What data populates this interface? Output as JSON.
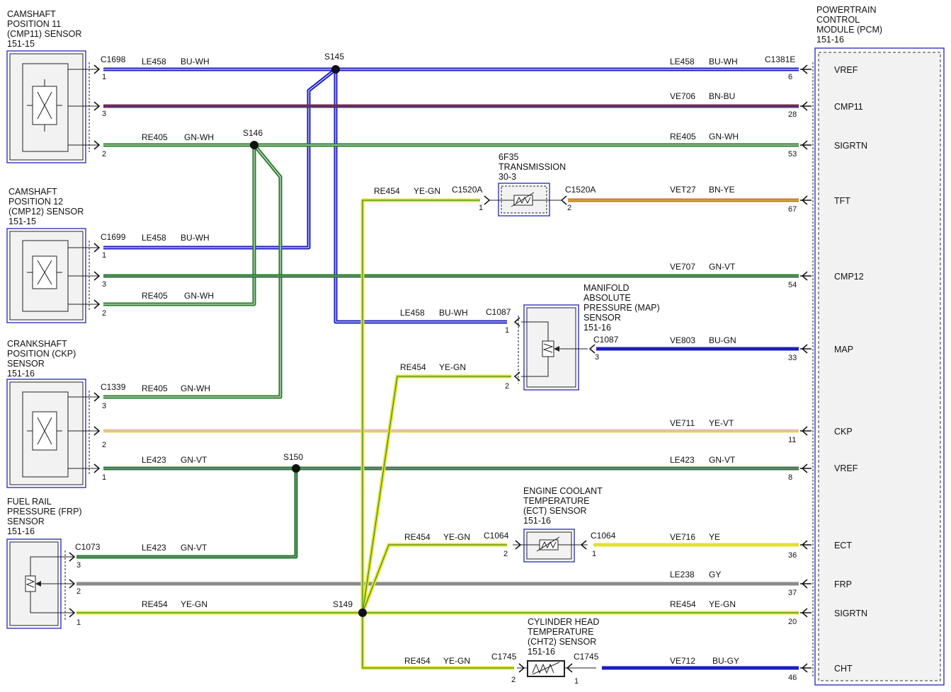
{
  "components": {
    "cmp11": {
      "title": [
        "CAMSHAFT",
        "POSITION 11",
        "(CMP11) SENSOR",
        "151-15"
      ]
    },
    "cmp12": {
      "title": [
        "CAMSHAFT",
        "POSITION 12",
        "(CMP12) SENSOR",
        "151-15"
      ]
    },
    "ckp": {
      "title": [
        "CRANKSHAFT",
        "POSITION (CKP)",
        "SENSOR",
        "151-16"
      ]
    },
    "frp": {
      "title": [
        "FUEL RAIL",
        "PRESSURE (FRP)",
        "SENSOR",
        "151-16"
      ]
    },
    "pcm": {
      "title": [
        "POWERTRAIN",
        "CONTROL",
        "MODULE (PCM)",
        "151-16"
      ]
    },
    "transmission": {
      "title": [
        "6F35",
        "TRANSMISSION",
        "30-3"
      ]
    },
    "map": {
      "title": [
        "MANIFOLD",
        "ABSOLUTE",
        "PRESSURE (MAP)",
        "SENSOR",
        "151-16"
      ]
    },
    "ect": {
      "title": [
        "ENGINE COOLANT",
        "TEMPERATURE",
        "(ECT) SENSOR",
        "151-16"
      ]
    },
    "cht": {
      "title": [
        "CYLINDER HEAD",
        "TEMPERATURE",
        "(CHT2) SENSOR",
        "151-16"
      ]
    }
  },
  "splices": [
    "S145",
    "S146",
    "S150",
    "S149"
  ],
  "pcm_pins": [
    {
      "signal": "VREF",
      "pin": "6"
    },
    {
      "signal": "CMP11",
      "pin": "28"
    },
    {
      "signal": "SIGRTN",
      "pin": "53"
    },
    {
      "signal": "TFT",
      "pin": "67"
    },
    {
      "signal": "CMP12",
      "pin": "54"
    },
    {
      "signal": "MAP",
      "pin": "33"
    },
    {
      "signal": "CKP",
      "pin": "11"
    },
    {
      "signal": "VREF",
      "pin": "8"
    },
    {
      "signal": "ECT",
      "pin": "36"
    },
    {
      "signal": "FRP",
      "pin": "37"
    },
    {
      "signal": "SIGRTN",
      "pin": "20"
    },
    {
      "signal": "CHT",
      "pin": "46"
    }
  ],
  "pcm_connector": "C1381E",
  "connectors": {
    "cmp11": "C1698",
    "cmp12": "C1699",
    "ckp": "C1339",
    "frp": "C1073",
    "trans_a": "C1520A",
    "trans_b": "C1520A",
    "map_in": "C1087",
    "map_out": "C1087",
    "ect_in": "C1064",
    "ect_out": "C1064",
    "cht_in": "C1745",
    "cht_out": "C1745"
  },
  "pin_numbers": [
    "1",
    "3",
    "2",
    "1",
    "3",
    "2",
    "3",
    "2",
    "1",
    "3",
    "2",
    "1",
    "1",
    "2",
    "1",
    "2",
    "3",
    "2",
    "1",
    "2",
    "1"
  ],
  "wires": [
    {
      "circuit": "LE458",
      "color": "BU-WH"
    },
    {
      "circuit": "LE458",
      "color": "BU-WH"
    },
    {
      "circuit": "VE706",
      "color": "BN-BU"
    },
    {
      "circuit": "RE405",
      "color": "GN-WH"
    },
    {
      "circuit": "RE405",
      "color": "GN-WH"
    },
    {
      "circuit": "RE454",
      "color": "YE-GN"
    },
    {
      "circuit": "VET27",
      "color": "BN-YE"
    },
    {
      "circuit": "LE458",
      "color": "BU-WH"
    },
    {
      "circuit": "RE405",
      "color": "GN-WH"
    },
    {
      "circuit": "VE707",
      "color": "GN-VT"
    },
    {
      "circuit": "LE458",
      "color": "BU-WH"
    },
    {
      "circuit": "VE803",
      "color": "BU-GN"
    },
    {
      "circuit": "RE454",
      "color": "YE-GN"
    },
    {
      "circuit": "RE405",
      "color": "GN-WH"
    },
    {
      "circuit": "VE711",
      "color": "YE-VT"
    },
    {
      "circuit": "LE423",
      "color": "GN-VT"
    },
    {
      "circuit": "LE423",
      "color": "GN-VT"
    },
    {
      "circuit": "LE423",
      "color": "GN-VT"
    },
    {
      "circuit": "RE454",
      "color": "YE-GN"
    },
    {
      "circuit": "VE716",
      "color": "YE"
    },
    {
      "circuit": "LE238",
      "color": "GY"
    },
    {
      "circuit": "RE454",
      "color": "YE-GN"
    },
    {
      "circuit": "RE454",
      "color": "YE-GN"
    },
    {
      "circuit": "RE454",
      "color": "YE-GN"
    },
    {
      "circuit": "VE712",
      "color": "BU-GY"
    }
  ],
  "colors": {
    "BU": "#1c1cc4",
    "GN": "#237a23",
    "YE": "#e3e32e",
    "BN_BU": "#7a2a4a",
    "BN_YE": "#c9702a",
    "YE_VT": "#f0d070",
    "GY": "#8a8a8a",
    "outline": "#4040c8"
  }
}
